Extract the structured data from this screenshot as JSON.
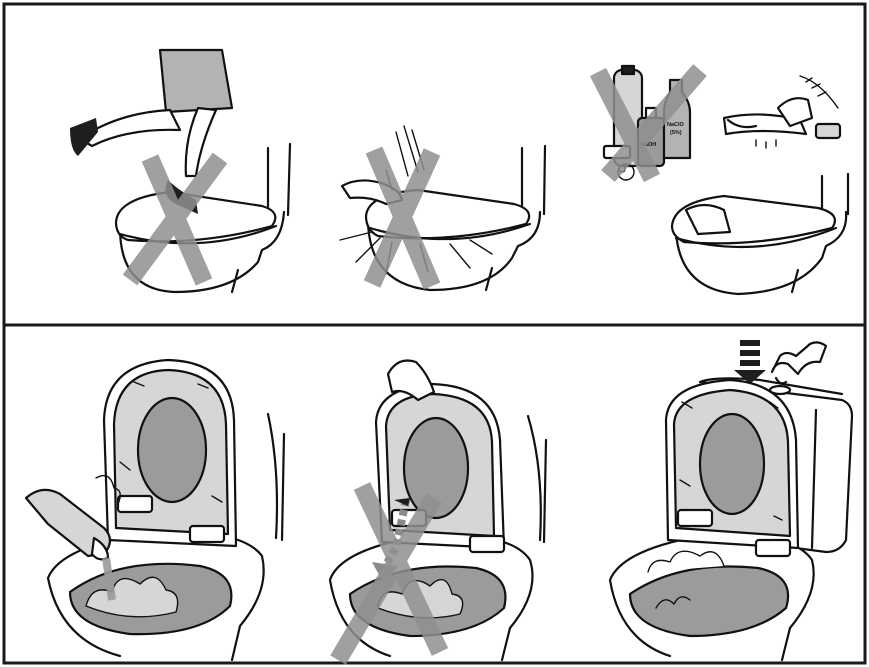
{
  "labels": {
    "bleach_label": "NaClO",
    "bleach_percent": "(5%)",
    "lye_label": "NaOH"
  }
}
